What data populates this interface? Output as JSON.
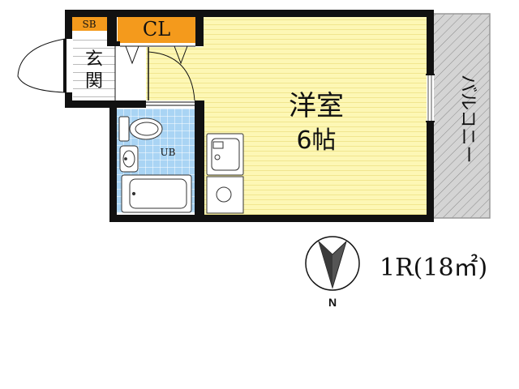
{
  "plan": {
    "room_label": "洋室",
    "room_size": "6帖",
    "closet_label": "CL",
    "shoe_box_label": "SB",
    "entrance_label_1": "玄",
    "entrance_label_2": "関",
    "bath_label": "UB",
    "balcony_label": "バルコニー",
    "layout_summary": "1R(18㎡)",
    "compass_label": "N"
  },
  "colors": {
    "room_fill": "#fdf7b5",
    "room_stripe": "#f4eb9a",
    "closet_fill": "#f49a1c",
    "bath_tile": "#a9d4f4",
    "balcony_fill": "#d4d4d4",
    "wall": "#111111"
  }
}
